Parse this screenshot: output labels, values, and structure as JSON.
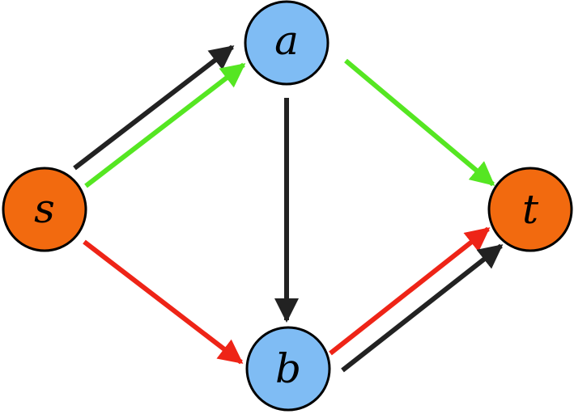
{
  "diagram": {
    "nodes": {
      "s": {
        "label": "s",
        "color": "#f26a0f"
      },
      "a": {
        "label": "a",
        "color": "#7fbcf4"
      },
      "b": {
        "label": "b",
        "color": "#7fbcf4"
      },
      "t": {
        "label": "t",
        "color": "#f26a0f"
      }
    },
    "edges": [
      {
        "from": "s",
        "to": "a",
        "color": "#222222",
        "path": "black"
      },
      {
        "from": "s",
        "to": "a",
        "color": "#55e622",
        "path": "green"
      },
      {
        "from": "a",
        "to": "t",
        "color": "#55e622",
        "path": "green"
      },
      {
        "from": "a",
        "to": "b",
        "color": "#222222",
        "path": "black"
      },
      {
        "from": "s",
        "to": "b",
        "color": "#ee2417",
        "path": "red"
      },
      {
        "from": "b",
        "to": "t",
        "color": "#ee2417",
        "path": "red"
      },
      {
        "from": "b",
        "to": "t",
        "color": "#222222",
        "path": "black"
      }
    ],
    "colors": {
      "node_outline": "#000000",
      "source_sink": "#f26a0f",
      "intermediate": "#7fbcf4",
      "black_path": "#222222",
      "green_path": "#55e622",
      "red_path": "#ee2417"
    }
  }
}
